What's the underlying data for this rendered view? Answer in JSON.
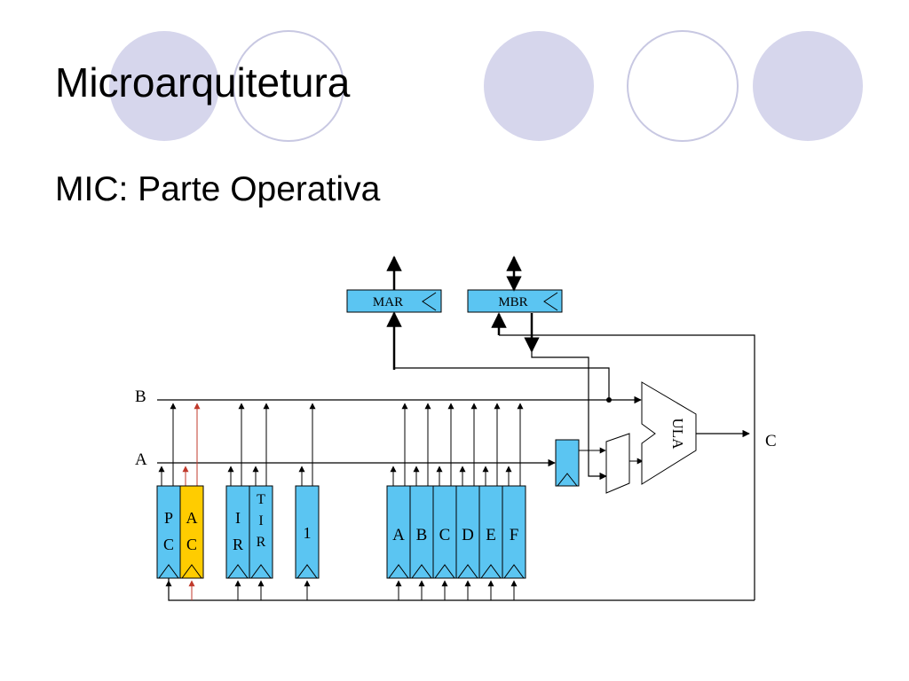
{
  "slide": {
    "title": "Microarquitetura",
    "subtitle": "MIC: Parte Operativa"
  },
  "colors": {
    "circle_fill": "#d6d6ec",
    "circle_outline": "#c8c8e2",
    "register_fill": "#5bc5f2",
    "ac_fill": "#ffcc00",
    "highlight_line": "#c0392b"
  },
  "diagram": {
    "memory_registers": {
      "mar": "MAR",
      "mbr": "MBR"
    },
    "buses": {
      "b": "B",
      "a": "A",
      "c": "C"
    },
    "alu_label": "ULA",
    "registers": {
      "pc": [
        "P",
        "C"
      ],
      "ac": [
        "A",
        "C"
      ],
      "ir": [
        "I",
        "R"
      ],
      "tir": [
        "T",
        "I",
        "R"
      ],
      "one": "1",
      "general": [
        "A",
        "B",
        "C",
        "D",
        "E",
        "F"
      ]
    }
  }
}
